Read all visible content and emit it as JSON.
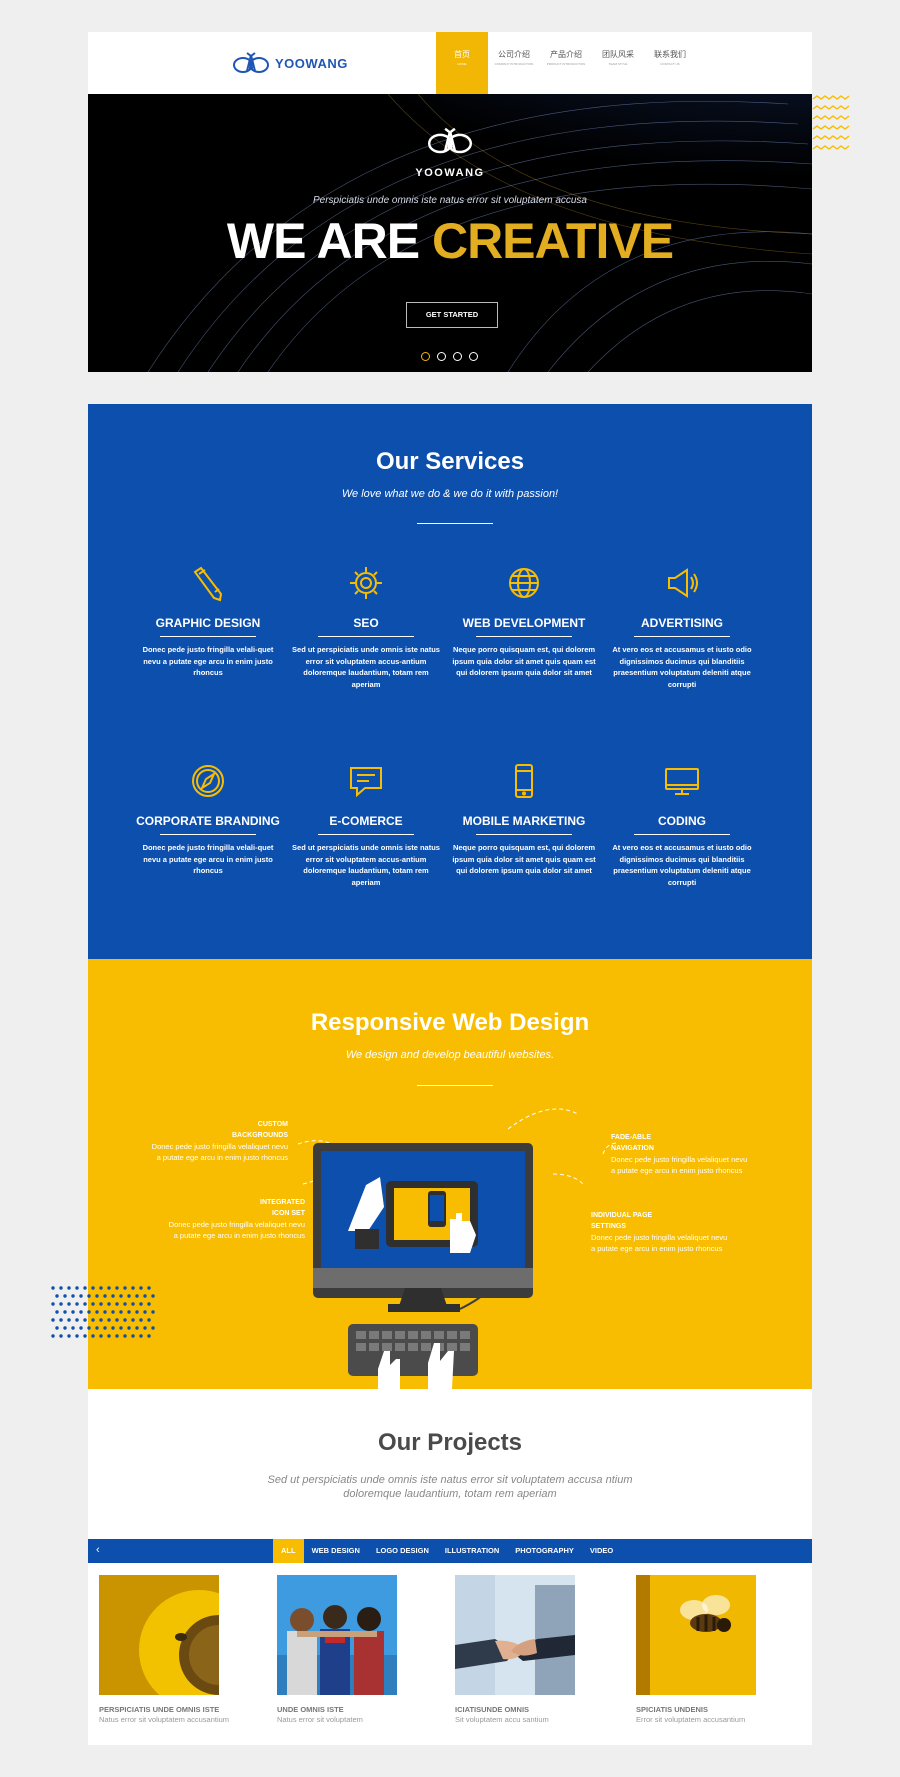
{
  "header": {
    "brand": "YOOWANG",
    "nav": [
      {
        "label": "首页",
        "sub": "HOME",
        "active": true
      },
      {
        "label": "公司介绍",
        "sub": "COMPANY INTRODUCTION"
      },
      {
        "label": "产品介绍",
        "sub": "PRODUCT INTRODUCTION"
      },
      {
        "label": "团队风采",
        "sub": "TEAM STYLE"
      },
      {
        "label": "联系我们",
        "sub": "CONTACT US"
      }
    ]
  },
  "hero": {
    "brand": "YOOWANG",
    "tagline": "Perspiciatis unde omnis iste natus error sit voluptatem accusa",
    "title_white": "WE ARE",
    "title_gold": "CREATIVE",
    "cta": "GET STARTED",
    "slide_count": 4,
    "active_slide": 1
  },
  "services": {
    "title": "Our Services",
    "subtitle": "We love what we do & we do it with passion!",
    "items": [
      {
        "icon": "pencil-icon",
        "name": "GRAPHIC DESIGN",
        "desc": "Donec pede justo fringilla velali-quet nevu a putate ege arcu in enim justo rhoncus"
      },
      {
        "icon": "gear-icon",
        "name": "SEO",
        "desc": "Sed ut perspiciatis unde omnis iste natus error sit voluptatem accus-antium doloremque laudantium, totam rem aperiam"
      },
      {
        "icon": "globe-icon",
        "name": "WEB DEVELOPMENT",
        "desc": "Neque porro quisquam est, qui dolorem ipsum quia dolor sit amet quis quam est qui dolorem ipsum quia dolor sit amet"
      },
      {
        "icon": "megaphone-icon",
        "name": "ADVERTISING",
        "desc": "At vero eos et accusamus et iusto odio dignissimos ducimus qui blanditiis praesentium voluptatum deleniti atque corrupti"
      },
      {
        "icon": "compass-icon",
        "name": "CORPORATE BRANDING",
        "desc": "Donec pede justo fringilla velali-quet nevu a putate ege arcu in enim justo rhoncus"
      },
      {
        "icon": "chat-icon",
        "name": "E-COMERCE",
        "desc": "Sed ut perspiciatis unde omnis iste natus error sit voluptatem accus-antium doloremque laudantium, totam rem aperiam"
      },
      {
        "icon": "phone-icon",
        "name": "MOBILE MARKETING",
        "desc": "Neque porro quisquam est, qui dolorem ipsum quia dolor sit amet quis quam est qui dolorem ipsum quia dolor sit amet"
      },
      {
        "icon": "monitor-icon",
        "name": "CODING",
        "desc": "At vero eos et accusamus et iusto odio dignissimos ducimus qui blanditiis praesentium voluptatum deleniti atque corrupti"
      }
    ]
  },
  "responsive": {
    "title": "Responsive Web Design",
    "subtitle": "We design and develop beautiful websites.",
    "callouts": [
      {
        "h1": "CUSTOM",
        "h2": "BACKGROUNDS",
        "desc1": "Donec pede justo fringilla velaliquet nevu",
        "desc2": "a putate ege arcu in enim justo rhoncus"
      },
      {
        "h1": "INTEGRATED",
        "h2": "ICON SET",
        "desc1": "Donec pede justo fringilla velaliquet nevu",
        "desc2": "a putate ege arcu in enim justo rhoncus"
      },
      {
        "h1": "FADE-ABLE",
        "h2": "NAVIGATION",
        "desc1": "Donec pede justo fringilla velaliquet nevu",
        "desc2": "a putate ege arcu in enim justo rhoncus"
      },
      {
        "h1": "INDIVIDUAL PAGE",
        "h2": "SETTINGS",
        "desc1": "Donec pede justo fringilla velaliquet nevu",
        "desc2": "a putate ege arcu in enim justo rhoncus"
      }
    ]
  },
  "projects": {
    "title": "Our Projects",
    "subtitle": "Sed ut perspiciatis unde omnis iste natus error sit voluptatem accusa ntium doloremque laudantium, totam rem aperiam",
    "filters": [
      {
        "label": "ALL",
        "active": true
      },
      {
        "label": "WEB DESIGN"
      },
      {
        "label": "LOGO DESIGN"
      },
      {
        "label": "ILLUSTRATION"
      },
      {
        "label": "PHOTOGRAPHY"
      },
      {
        "label": "VIDEO"
      }
    ],
    "cards": [
      {
        "title": "PERSPICIATIS UNDE OMNIS ISTE",
        "sub": "Natus error sit voluptatem accusantium"
      },
      {
        "title": "UNDE OMNIS ISTE",
        "sub": "Natus error sit voluptatem"
      },
      {
        "title": "ICIATISUNDE OMNIS",
        "sub": "Sit voluptatem accu santium"
      },
      {
        "title": "SPICIATIS UNDENIS",
        "sub": "Error sit voluptatem accusantium"
      }
    ]
  },
  "colors": {
    "blue": "#0d4fad",
    "yellow": "#f8bd00",
    "gold": "#e3ad22"
  }
}
